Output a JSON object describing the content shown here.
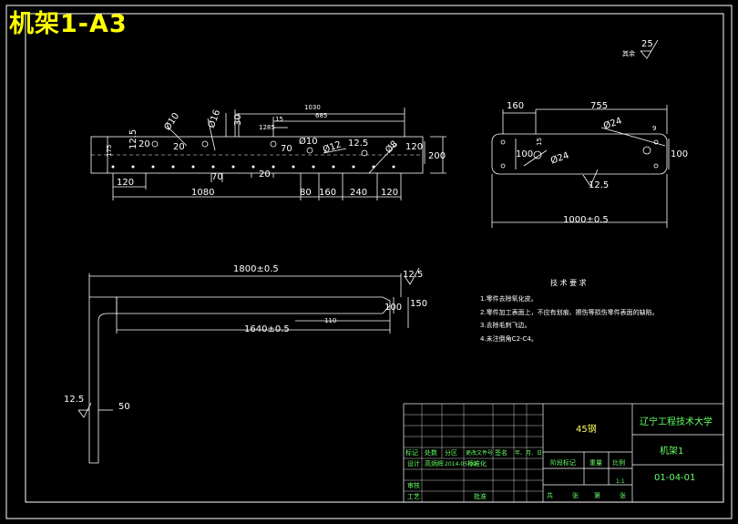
{
  "title": "机架1-A3",
  "roughness": {
    "label": "其余",
    "value": "25"
  },
  "view1": {
    "dims": [
      "1030",
      "685",
      "30",
      "15",
      "1285",
      "Ø16",
      "Ø10",
      "12.5",
      "175",
      "20",
      "20",
      "Ø10",
      "70",
      "Ø12",
      "12.5",
      "Ø8",
      "120",
      "200",
      "70",
      "20",
      "120",
      "1080",
      "80",
      "160",
      "240",
      "120"
    ]
  },
  "view2": {
    "dims": [
      "160",
      "755",
      "Ø24",
      "9",
      "15",
      "100",
      "Ø24",
      "100",
      "12.5",
      "1000±0.5"
    ]
  },
  "view3": {
    "dims": [
      "1800±0.5",
      "12.5",
      "150",
      "100",
      "110",
      "1640±0.5",
      "12.5",
      "50"
    ]
  },
  "notes": {
    "heading": "技 术 要 求",
    "items": [
      "1.零件去除氧化皮。",
      "2.零件加工表面上，不应有划痕、擦伤等损伤零件表面的缺陷。",
      "3.去除毛刺飞边。",
      "4.未注倒角C2-C4。"
    ]
  },
  "title_block": {
    "material": "45钢",
    "school": "辽宁工程技术大学",
    "part_name": "机架1",
    "drawing_no": "01-04-01",
    "scale": "1:1",
    "headers": {
      "mark": "标记",
      "count": "处数",
      "zone": "分区",
      "doc": "更改文件号",
      "sign": "签名",
      "date": "年、月、日",
      "design": "设计",
      "std": "标准化",
      "stage": "阶段标记",
      "weight": "重量",
      "ratio": "比例",
      "review": "审核",
      "craft": "工艺",
      "approve": "批准",
      "total": "共",
      "sheet": "张",
      "nth": "第"
    },
    "designer": "高炳辉",
    "design_date": "2014-05-09"
  },
  "colors": {
    "frame": "#ffffff",
    "title": "#ffff00",
    "titleblock_text": "#66ff66"
  }
}
